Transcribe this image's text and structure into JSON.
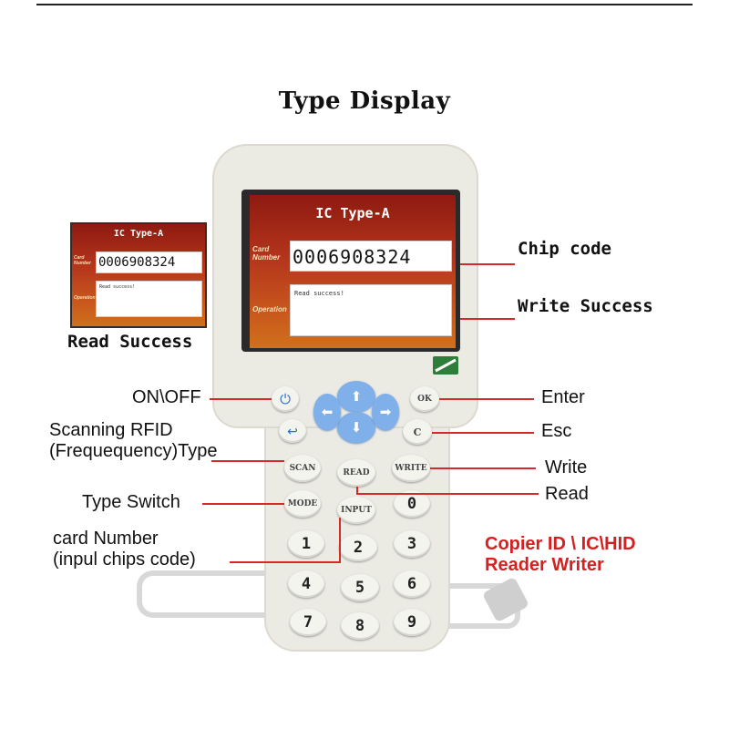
{
  "title": "Type Display",
  "screen": {
    "type_label": "IC Type-A",
    "chip_code": "0006908324",
    "message": "Read success!",
    "side_top": "Card Number",
    "side_bottom": "Operation"
  },
  "callouts": {
    "chip_code": "Chip code",
    "write_success": "Write Success",
    "read_success": "Read Success",
    "on_off": "ON\\OFF",
    "scanning_line1": "Scanning RFID",
    "scanning_line2": "(Frequequency)Type",
    "type_switch": "Type Switch",
    "card_number_line1": "card Number",
    "card_number_line2": "(inpul chips code)",
    "enter": "Enter",
    "esc": "Esc",
    "write": "Write",
    "read": "Read"
  },
  "product": {
    "line1": "Copier ID \\ IC\\HID",
    "line2": "Reader Writer"
  },
  "keys": {
    "power": "⏻",
    "back": "↩",
    "ok": "OK",
    "c": "C",
    "scan": "SCAN",
    "read": "READ",
    "write": "WRITE",
    "mode": "MODE",
    "input": "INPUT",
    "k0": "0",
    "k1": "1",
    "k2": "2",
    "k3": "3",
    "k4": "4",
    "k5": "5",
    "k6": "6",
    "k7": "7",
    "k8": "8",
    "k9": "9",
    "up": "⬆",
    "down": "⬇",
    "left": "⬅",
    "right": "➡"
  },
  "icons": [
    "power-icon",
    "back-arrow-icon",
    "arrow-up-icon",
    "arrow-down-icon",
    "arrow-left-icon",
    "arrow-right-icon",
    "logo-icon"
  ],
  "colors": {
    "accent_red": "#d42020",
    "screen_red": "#b3341c",
    "dpad_blue": "#7fb0e9",
    "device_body": "#ecebe3"
  }
}
